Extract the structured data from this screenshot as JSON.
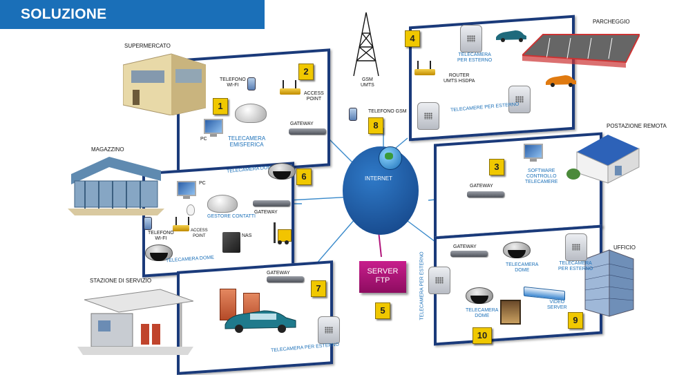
{
  "title": "SOLUZIONE VIDEOSORVEGLIANZA IP",
  "places": {
    "supermercato": "SUPERMERCATO",
    "magazzino": "MAGAZZINO",
    "stazione": "STAZIONE DI SERVIZIO",
    "parcheggio": "PARCHEGGIO",
    "postazione": "POSTAZIONE REMOTA",
    "ufficio": "UFFICIO"
  },
  "center": {
    "internet": "INTERNET",
    "server_line1": "SERVER",
    "server_line2": "FTP",
    "gsm_tower": "GSM\nUMTS",
    "telefono_gsm": "TELEFONO GSM"
  },
  "badges": [
    "1",
    "2",
    "3",
    "4",
    "5",
    "6",
    "7",
    "8",
    "9",
    "10"
  ],
  "labels": {
    "telefono_wifi": "TELEFONO\nWI-FI",
    "access_point": "ACCESS\nPOINT",
    "pc": "PC",
    "gateway": "GATEWAY",
    "telecamera_emisferica": "TELECAMERA\nEMISFERICA",
    "telecamera_dome": "TELECAMERA DOME",
    "gestore_contatti": "GESTORE CONTATTI",
    "nas": "NAS",
    "telecamera_per_esterno": "TELECAMERA PER ESTERNO",
    "telecamera_per_esterno_2": "TELECAMERA\nPER ESTERNO",
    "telecamere_per_esterno": "TELECAMERE PER ESTERNO",
    "router_umts": "ROUTER\nUMTS HSDPA",
    "software": "SOFTWARE\nCONTROLLO\nTELECAMERE",
    "dome_2": "TELECAMERA\nDOME",
    "video_server": "VIDEO\nSERVER"
  },
  "colors": {
    "title_bg": "#1a6fb8",
    "panel_border": "#1a3a7a",
    "badge": "#f0c800",
    "internet": "#1a5fa8",
    "server": "#b0147a",
    "link": "#3a8acb"
  }
}
